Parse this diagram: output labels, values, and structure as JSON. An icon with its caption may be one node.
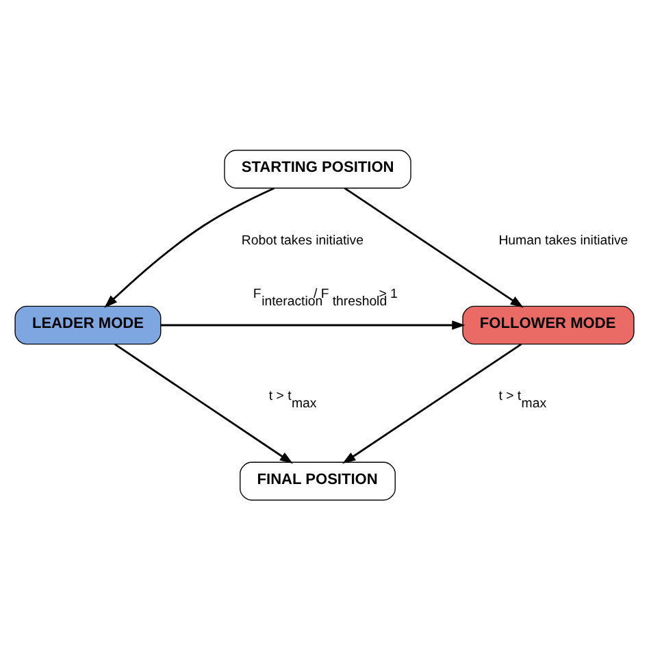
{
  "diagram": {
    "nodes": [
      {
        "text": [
          "STARTING POSITION"
        ]
      },
      {
        "text": [
          "LEADER MODE"
        ]
      },
      {
        "text": [
          "FOLLOWER MODE"
        ]
      },
      {
        "text": [
          "FINAL POSITION"
        ]
      }
    ],
    "edges": [
      {
        "from": 0,
        "to": 1,
        "arrow": "to",
        "label": "Robot takes initiative"
      },
      {
        "from": 0,
        "to": 2,
        "arrow": "to",
        "label": "Human takes initiative"
      },
      {
        "from": 1,
        "to": 2,
        "arrow": "to",
        "label": "F$_{interaction}$ / F$_{threshold}$ > 1"
      },
      {
        "from": 1,
        "to": 3,
        "arrow": "to",
        "label": "t > t$_{max}$"
      },
      {
        "from": 2,
        "to": 3,
        "arrow": "to",
        "label": "t > t$_{max}$"
      }
    ]
  }
}
